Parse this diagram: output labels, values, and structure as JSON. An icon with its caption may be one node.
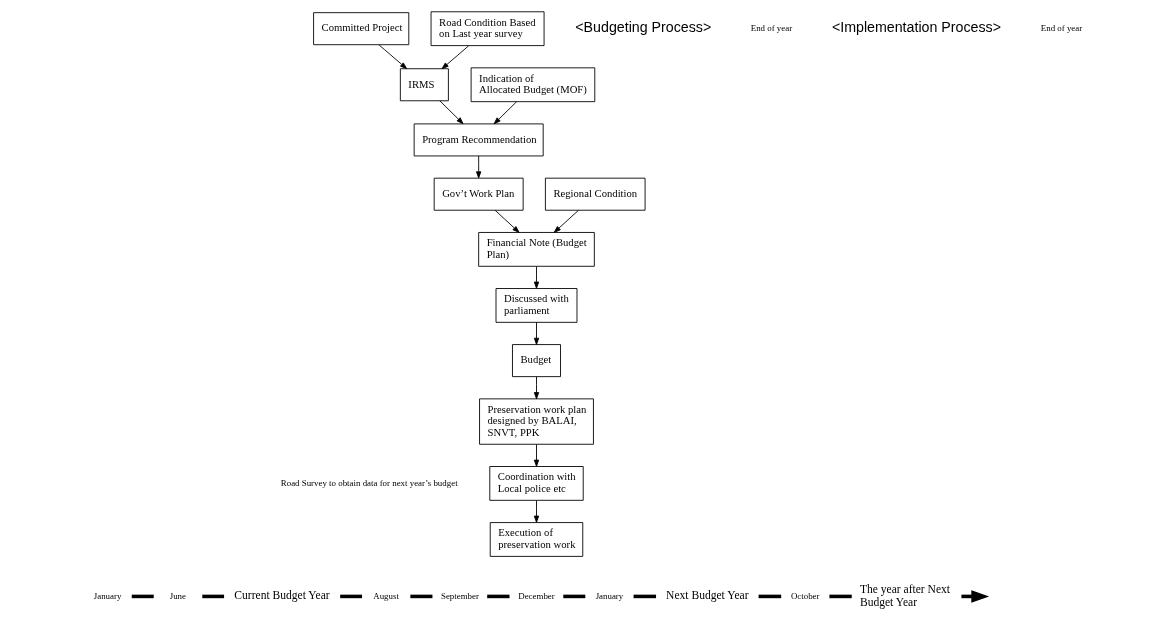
{
  "diagram": {
    "nodes": [
      {
        "text": [
          "Committed Project"
        ]
      },
      {
        "text": [
          "Indication of Allocated Budget (MOF)"
        ]
      },
      {
        "text": [
          "Regional Condition"
        ]
      },
      {
        "text": [
          "IRMS"
        ]
      },
      {
        "text": [
          "Program Recommendation"
        ]
      },
      {
        "text": [
          "Road Condition Based on Last year survey"
        ]
      },
      {
        "text": [
          "Gov’t Work Plan"
        ]
      },
      {
        "text": [
          "Financial Note (Budget Plan)"
        ]
      },
      {
        "text": [
          "Discussed with parliament"
        ]
      },
      {
        "text": [
          "Budget"
        ]
      },
      {
        "text": [
          "Preservation work plan designed by BALAI, SNVT, PPK"
        ]
      },
      {
        "text": [
          "Coordination with Local police etc"
        ]
      },
      {
        "text": [
          "Execution of preservation work"
        ]
      }
    ],
    "edges": [
      {
        "from": 0,
        "to": 3,
        "arrow": "to"
      },
      {
        "from": 5,
        "to": 3,
        "arrow": "to"
      },
      {
        "from": 1,
        "to": 4,
        "arrow": "to"
      },
      {
        "from": 3,
        "to": 4,
        "arrow": "to"
      },
      {
        "from": 4,
        "to": 6,
        "arrow": "to"
      },
      {
        "from": 6,
        "to": 7,
        "arrow": "to"
      },
      {
        "from": 2,
        "to": 7,
        "arrow": "to"
      },
      {
        "from": 7,
        "to": 8,
        "arrow": "to"
      },
      {
        "from": 8,
        "to": 9,
        "arrow": "to"
      },
      {
        "from": 9,
        "to": 10,
        "arrow": "to"
      },
      {
        "from": 10,
        "to": 11,
        "arrow": "to"
      },
      {
        "from": 11,
        "to": 12,
        "arrow": "to"
      }
    ],
    "labels": [
      "<Budgeting Process>",
      "<Implementation Process>",
      "End of year",
      "End of year",
      "Road Survey to obtain data for next year’s budget",
      "Current Budget Year",
      "Next Budget Year",
      "The year after Next Budget Year",
      "January",
      "June",
      "August",
      "September",
      "December",
      "January",
      "October"
    ]
  }
}
